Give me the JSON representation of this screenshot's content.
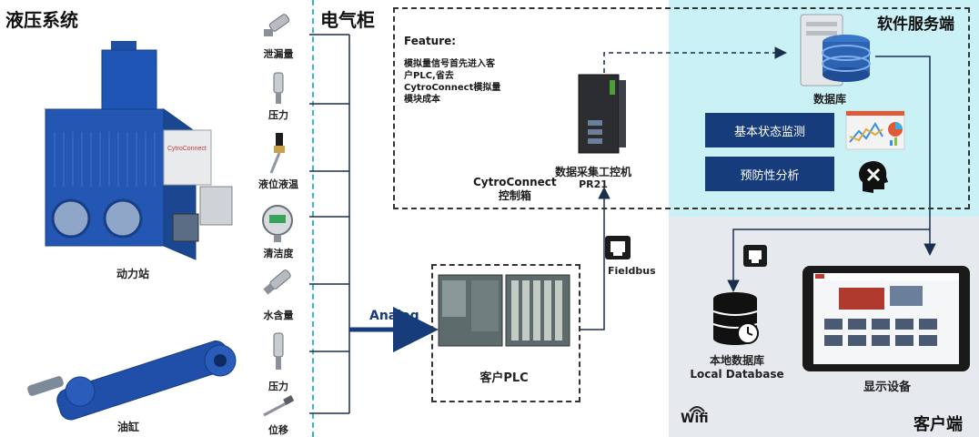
{
  "sections": {
    "hydraulic": "液压系统",
    "cabinet": "电气柜",
    "server": "软件服务端",
    "client": "客户端"
  },
  "hydraulic": {
    "power_station": "动力站",
    "cylinder": "油缸",
    "power_station_brand": "CytroConnect"
  },
  "sensors": [
    "泄漏量",
    "压力",
    "液位液温",
    "清洁度",
    "水含量",
    "压力",
    "位移"
  ],
  "cabinet": {
    "feature_title": "Feature:",
    "feature_lines": [
      "模拟量信号首先进入客",
      "户PLC,省去",
      "CytroConnect模拟量",
      "模块成本"
    ],
    "control_box_line1": "CytroConnect",
    "control_box_line2": "控制箱",
    "ipc_label": "数据采集工控机",
    "ipc_model": "PR21",
    "analog": "Analog",
    "fieldbus": "Fieldbus",
    "plc_label": "客户PLC"
  },
  "server": {
    "database": "数据库",
    "btn_monitor": "基本状态监测",
    "btn_predict": "预防性分析"
  },
  "client": {
    "local_db_line1": "本地数据库",
    "local_db_line2": "Local Database",
    "display": "显示设备",
    "wifi": "Wifi"
  },
  "colors": {
    "accent_blue": "#173c7b",
    "server_bg": "#c9f1f6",
    "client_bg": "#e6eaee",
    "divider": "#38b6c9"
  }
}
